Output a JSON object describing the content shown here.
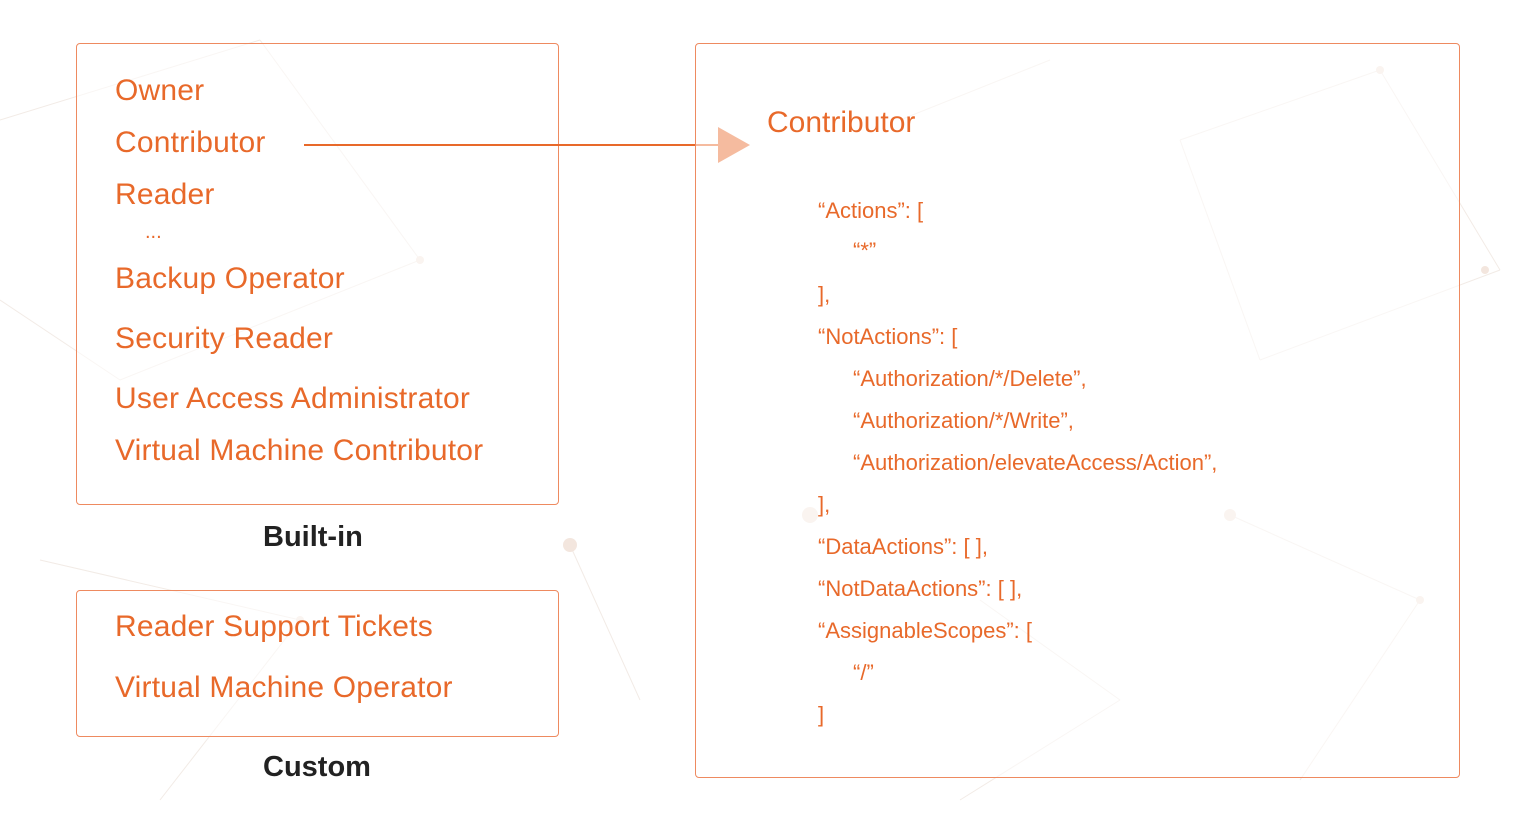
{
  "builtin": {
    "roles": [
      "Owner",
      "Contributor",
      "Reader"
    ],
    "ellipsis": "...",
    "more_roles": [
      "Backup Operator",
      "Security Reader",
      "User Access Administrator",
      "Virtual Machine Contributor"
    ],
    "caption": "Built-in"
  },
  "custom": {
    "roles": [
      "Reader Support Tickets",
      "Virtual Machine Operator"
    ],
    "caption": "Custom"
  },
  "detail": {
    "title": "Contributor",
    "lines": [
      "“Actions”: [",
      "“*”",
      "],",
      "“NotActions”: [",
      "“Authorization/*/Delete”,",
      "“Authorization/*/Write”,",
      "“Authorization/elevateAccess/Action”,",
      "],",
      "“DataActions”: [ ],",
      "“NotDataActions”: [ ],",
      "“AssignableScopes”: [",
      "“/”",
      "]"
    ]
  },
  "colors": {
    "accent": "#e8692a",
    "border": "#ee8a60",
    "caption": "#222222"
  }
}
